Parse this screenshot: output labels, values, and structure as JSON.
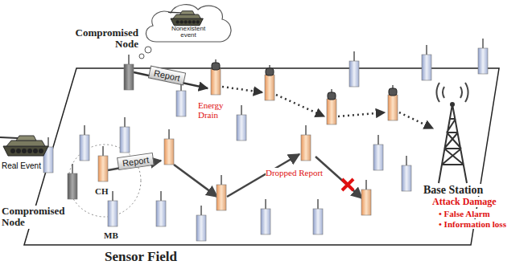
{
  "diagram": {
    "nodes": [
      {
        "text": [
          "Nonexistent event"
        ]
      },
      {
        "text": [
          "Report"
        ]
      },
      {
        "text": [
          "Report"
        ]
      }
    ],
    "labels": [
      "Compromised Node",
      "Energy Drain",
      "Real Event",
      "CH",
      "Compromised Node",
      "Dropped Report",
      "MB",
      "Base Station",
      "Attack Damage",
      "• False Alarm",
      "• Information loss",
      "Sensor Field"
    ]
  }
}
